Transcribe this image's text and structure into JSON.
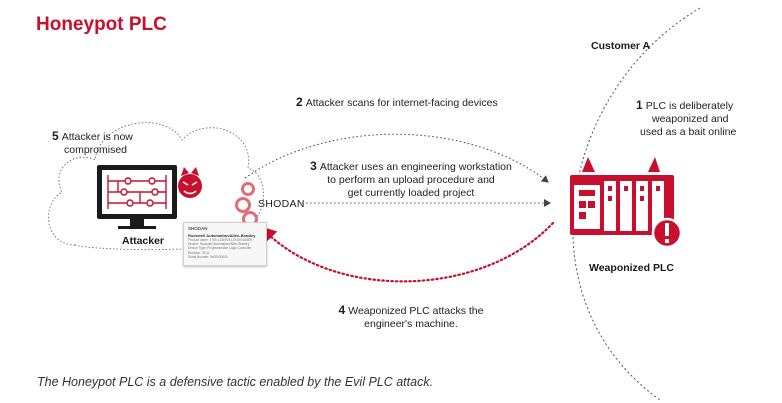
{
  "title": "Honeypot PLC",
  "customer_label": "Customer A",
  "attacker_label": "Attacker",
  "weaponized_label": "Weaponized PLC",
  "shodan_label": "SHODAN",
  "steps": {
    "s1": {
      "num": "1",
      "lines": [
        "PLC is deliberately",
        "weaponized and",
        "used as a bait online"
      ]
    },
    "s2": {
      "num": "2",
      "lines": [
        "Attacker scans for internet-facing devices"
      ]
    },
    "s3": {
      "num": "3",
      "lines": [
        "Attacker uses an engineering workstation",
        "to perform an upload procedure and",
        "get currently loaded project"
      ]
    },
    "s4": {
      "num": "4",
      "lines": [
        "Weaponized PLC attacks the",
        "engineer's machine."
      ]
    },
    "s5": {
      "num": "5",
      "lines": [
        "Attacker is now",
        "compromised"
      ]
    }
  },
  "card": {
    "brand": "SHODAN",
    "heading": "Rockwell Automation/Allen-Bradley",
    "lines": [
      "Product name: 1769-L33ER/A LOGIX5336ER",
      "Vendor: Rockwell Automation/Allen-Bradley",
      "Device Type: Programmable Logic Controller",
      "Revision: 33.11",
      "Serial Number: 0x00000000"
    ]
  },
  "caption": "The Honeypot PLC is a defensive tactic enabled by the Evil PLC attack.",
  "colors": {
    "accent": "#c8102e",
    "dark": "#1a1a1a",
    "line": "#555555",
    "white": "#ffffff"
  }
}
